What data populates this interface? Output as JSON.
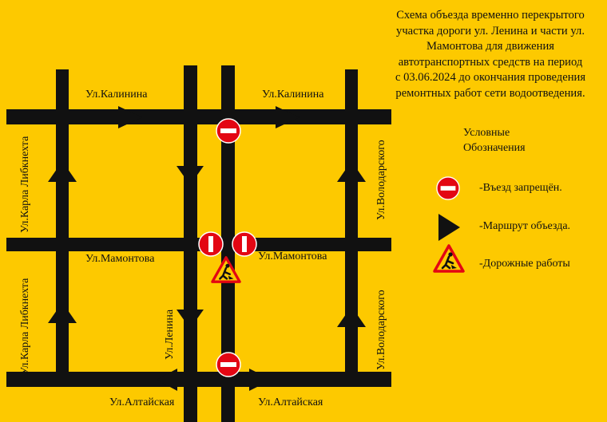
{
  "title": {
    "lines": [
      "Схема объезда временно перекрытого",
      "участка дороги ул. Ленина и части ул.",
      "Мамонтова для движения",
      "автотранспортных средств на период",
      "с 03.06.2024 до окончания проведения",
      "ремонтных работ сети водоотведения."
    ]
  },
  "legend": {
    "heading_line1": "Условные",
    "heading_line2": "Обозначения",
    "items": [
      {
        "icon": "no-entry-icon",
        "label": "-Въезд запрещён."
      },
      {
        "icon": "detour-arrow-icon",
        "label": "-Маршрут объезда."
      },
      {
        "icon": "road-works-icon",
        "label": "-Дорожные работы"
      }
    ]
  },
  "streets": {
    "kalinina_left": "Ул.Калинина",
    "kalinina_right": "Ул.Калинина",
    "mamontova_left": "Ул.Мамонтова",
    "mamontova_right": "Ул.Мамонтова",
    "altayskaya_left": "Ул.Алтайская",
    "altayskaya_right": "Ул.Алтайская",
    "liebknecht_upper": "Ул.Карла Либкнехта",
    "liebknecht_lower": "Ул.Карла Либкнехта",
    "lenina": "Ул.Ленина",
    "volodarskogo_upper": "Ул.Володарского",
    "volodarskogo_lower": "Ул.Володарского"
  },
  "colors": {
    "background": "#FDC900",
    "road": "#111111",
    "no_entry": "#E30613",
    "warning_border": "#E30613",
    "warning_fill": "#FDC900"
  }
}
